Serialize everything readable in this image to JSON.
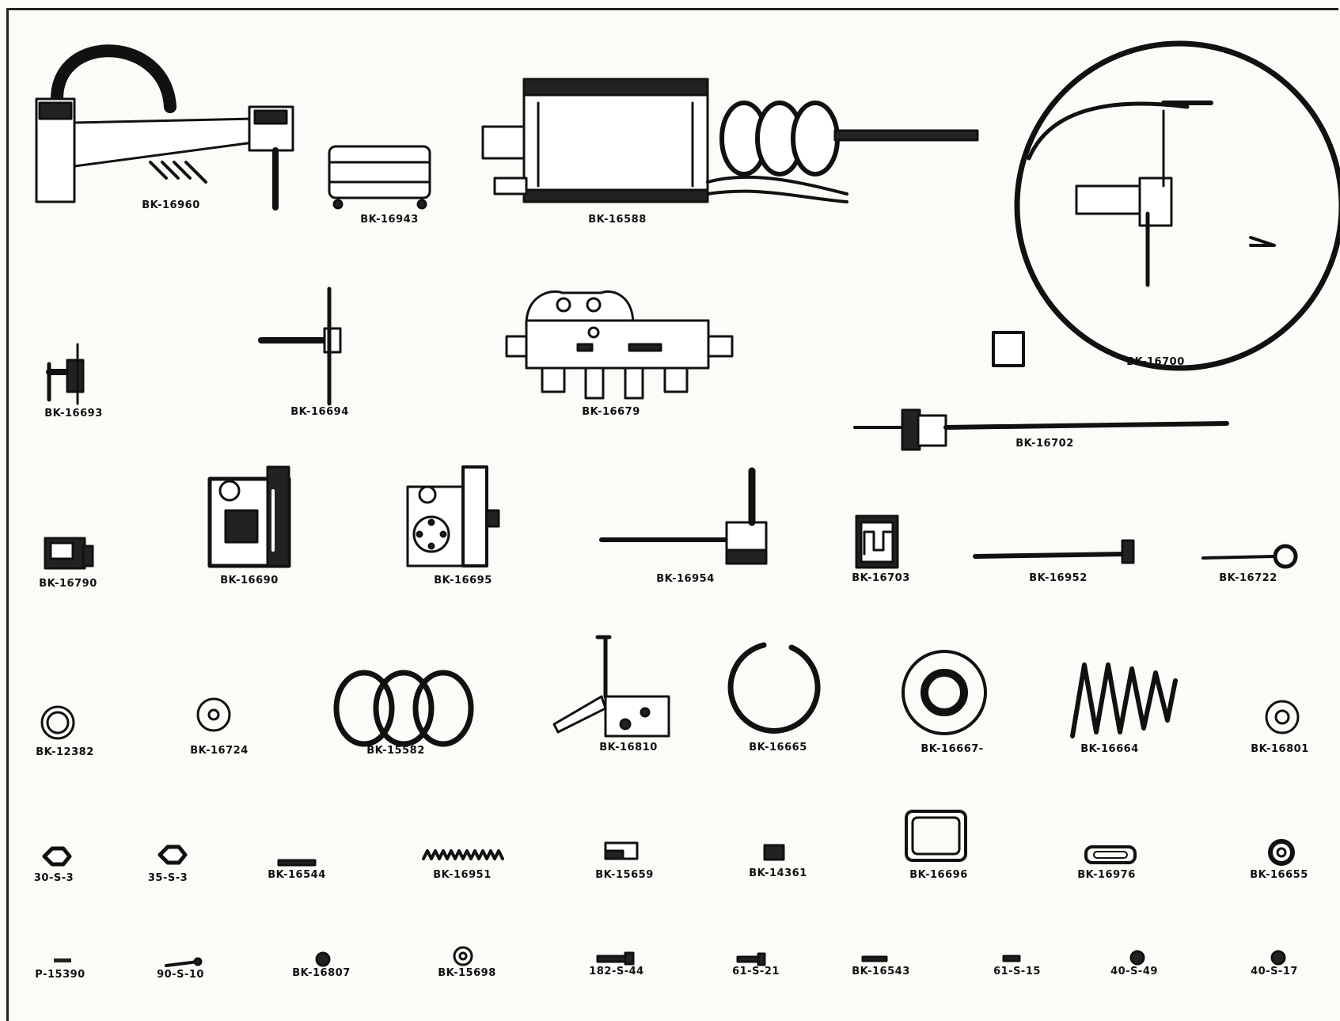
{
  "parts": [
    {
      "key": "p16960",
      "label": "BK-16960"
    },
    {
      "key": "p16943",
      "label": "BK-16943"
    },
    {
      "key": "p16588",
      "label": "BK-16588"
    },
    {
      "key": "p16700",
      "label": "BK-16700"
    },
    {
      "key": "p16693",
      "label": "BK-16693"
    },
    {
      "key": "p16694",
      "label": "BK-16694"
    },
    {
      "key": "p16679",
      "label": "BK-16679"
    },
    {
      "key": "p16702",
      "label": "BK-16702"
    },
    {
      "key": "p16790",
      "label": "BK-16790"
    },
    {
      "key": "p16690",
      "label": "BK-16690"
    },
    {
      "key": "p16695",
      "label": "BK-16695"
    },
    {
      "key": "p16954",
      "label": "BK-16954"
    },
    {
      "key": "p16703",
      "label": "BK-16703"
    },
    {
      "key": "p16952",
      "label": "BK-16952"
    },
    {
      "key": "p16722",
      "label": "BK-16722"
    },
    {
      "key": "p12382",
      "label": "BK-12382"
    },
    {
      "key": "p16724",
      "label": "BK-16724"
    },
    {
      "key": "p15582",
      "label": "BK-15582"
    },
    {
      "key": "p16810",
      "label": "BK-16810"
    },
    {
      "key": "p16665",
      "label": "BK-16665"
    },
    {
      "key": "p16667",
      "label": "BK-16667-"
    },
    {
      "key": "p16664",
      "label": "BK-16664"
    },
    {
      "key": "p16801",
      "label": "BK-16801"
    },
    {
      "key": "p30s3",
      "label": "30-S-3"
    },
    {
      "key": "p35s3",
      "label": "35-S-3"
    },
    {
      "key": "p16544",
      "label": "BK-16544"
    },
    {
      "key": "p16951",
      "label": "BK-16951"
    },
    {
      "key": "p15659",
      "label": "BK-15659"
    },
    {
      "key": "p14361",
      "label": "BK-14361"
    },
    {
      "key": "p16696",
      "label": "BK-16696"
    },
    {
      "key": "p16976",
      "label": "BK-16976"
    },
    {
      "key": "p16655",
      "label": "BK-16655"
    },
    {
      "key": "p15390",
      "label": "P-15390"
    },
    {
      "key": "p90s10",
      "label": "90-S-10"
    },
    {
      "key": "p16807",
      "label": "BK-16807"
    },
    {
      "key": "p15698",
      "label": "BK-15698"
    },
    {
      "key": "p182s44",
      "label": "182-S-44"
    },
    {
      "key": "p61s21",
      "label": "61-S-21"
    },
    {
      "key": "p16543",
      "label": "BK-16543"
    },
    {
      "key": "p61s15",
      "label": "61-S-15"
    },
    {
      "key": "p40s49",
      "label": "40-S-49"
    },
    {
      "key": "p40s17",
      "label": "40-S-17"
    }
  ]
}
